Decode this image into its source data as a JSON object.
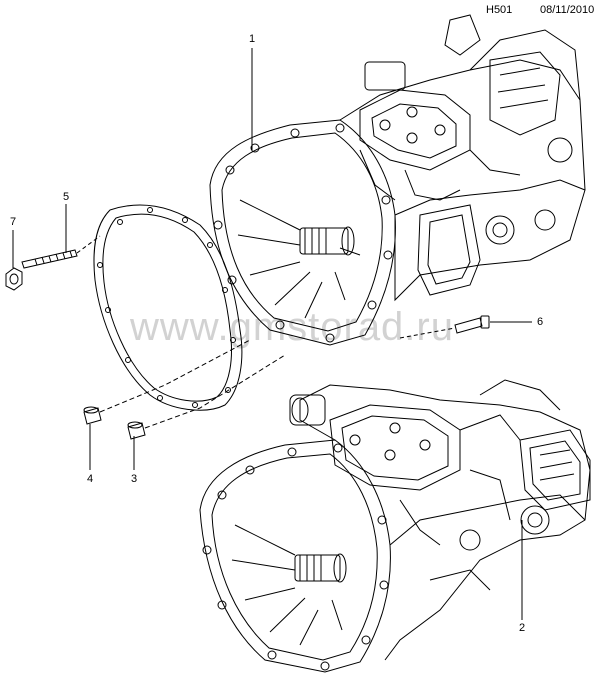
{
  "header": {
    "code": "H501",
    "date": "08/11/2010"
  },
  "watermark": "www.gmstorad.ru",
  "callouts": [
    "1",
    "2",
    "3",
    "4",
    "5",
    "6",
    "7"
  ],
  "colors": {
    "line": "#000000",
    "watermark": "#d2d2d2"
  }
}
